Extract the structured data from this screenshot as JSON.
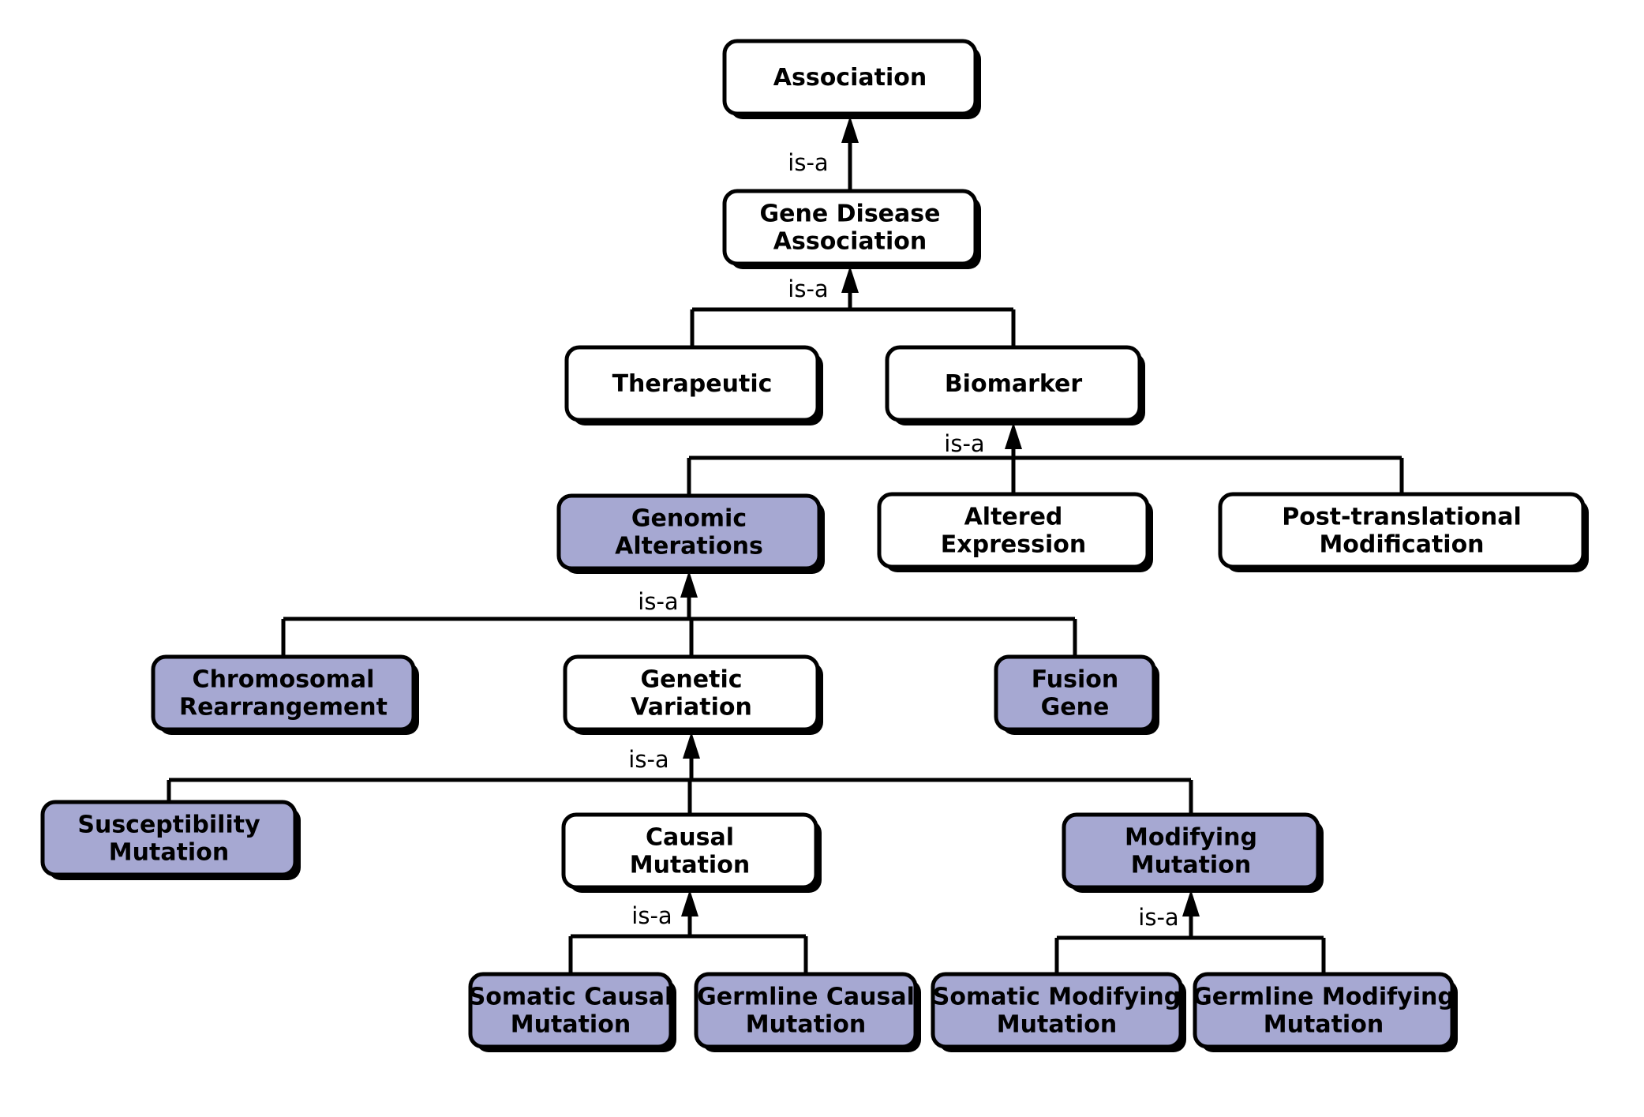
{
  "colors": {
    "highlight_fill": "#a6a8d2",
    "default_fill": "#ffffff",
    "stroke": "#000000"
  },
  "nodes": [
    {
      "id": "association",
      "lines": [
        "Association"
      ],
      "highlight": false
    },
    {
      "id": "gene-disease-association",
      "lines": [
        "Gene Disease",
        "Association"
      ],
      "highlight": false
    },
    {
      "id": "therapeutic",
      "lines": [
        "Therapeutic"
      ],
      "highlight": false
    },
    {
      "id": "biomarker",
      "lines": [
        "Biomarker"
      ],
      "highlight": false
    },
    {
      "id": "genomic-alterations",
      "lines": [
        "Genomic",
        "Alterations"
      ],
      "highlight": true
    },
    {
      "id": "altered-expression",
      "lines": [
        "Altered",
        "Expression"
      ],
      "highlight": false
    },
    {
      "id": "post-translational-modification",
      "lines": [
        "Post-translational",
        "Modification"
      ],
      "highlight": false
    },
    {
      "id": "chromosomal-rearrangement",
      "lines": [
        "Chromosomal",
        "Rearrangement"
      ],
      "highlight": true
    },
    {
      "id": "genetic-variation",
      "lines": [
        "Genetic",
        "Variation"
      ],
      "highlight": false
    },
    {
      "id": "fusion-gene",
      "lines": [
        "Fusion",
        "Gene"
      ],
      "highlight": true
    },
    {
      "id": "susceptibility-mutation",
      "lines": [
        "Susceptibility",
        "Mutation"
      ],
      "highlight": true
    },
    {
      "id": "causal-mutation",
      "lines": [
        "Causal",
        "Mutation"
      ],
      "highlight": false
    },
    {
      "id": "modifying-mutation",
      "lines": [
        "Modifying",
        "Mutation"
      ],
      "highlight": true
    },
    {
      "id": "somatic-causal-mutation",
      "lines": [
        "Somatic Causal",
        "Mutation"
      ],
      "highlight": true
    },
    {
      "id": "germline-causal-mutation",
      "lines": [
        "Germline Causal",
        "Mutation"
      ],
      "highlight": true
    },
    {
      "id": "somatic-modifying-mutation",
      "lines": [
        "Somatic Modifying",
        "Mutation"
      ],
      "highlight": true
    },
    {
      "id": "germline-modifying-mutation",
      "lines": [
        "Germline Modifying",
        "Mutation"
      ],
      "highlight": true
    }
  ],
  "edges": [
    {
      "parent": "association",
      "children": [
        "gene-disease-association"
      ],
      "label": "is-a"
    },
    {
      "parent": "gene-disease-association",
      "children": [
        "therapeutic",
        "biomarker"
      ],
      "label": "is-a"
    },
    {
      "parent": "biomarker",
      "children": [
        "genomic-alterations",
        "altered-expression",
        "post-translational-modification"
      ],
      "label": "is-a"
    },
    {
      "parent": "genomic-alterations",
      "children": [
        "chromosomal-rearrangement",
        "genetic-variation",
        "fusion-gene"
      ],
      "label": "is-a"
    },
    {
      "parent": "genetic-variation",
      "children": [
        "susceptibility-mutation",
        "causal-mutation",
        "modifying-mutation"
      ],
      "label": "is-a"
    },
    {
      "parent": "causal-mutation",
      "children": [
        "somatic-causal-mutation",
        "germline-causal-mutation"
      ],
      "label": "is-a"
    },
    {
      "parent": "modifying-mutation",
      "children": [
        "somatic-modifying-mutation",
        "germline-modifying-mutation"
      ],
      "label": "is-a"
    }
  ]
}
